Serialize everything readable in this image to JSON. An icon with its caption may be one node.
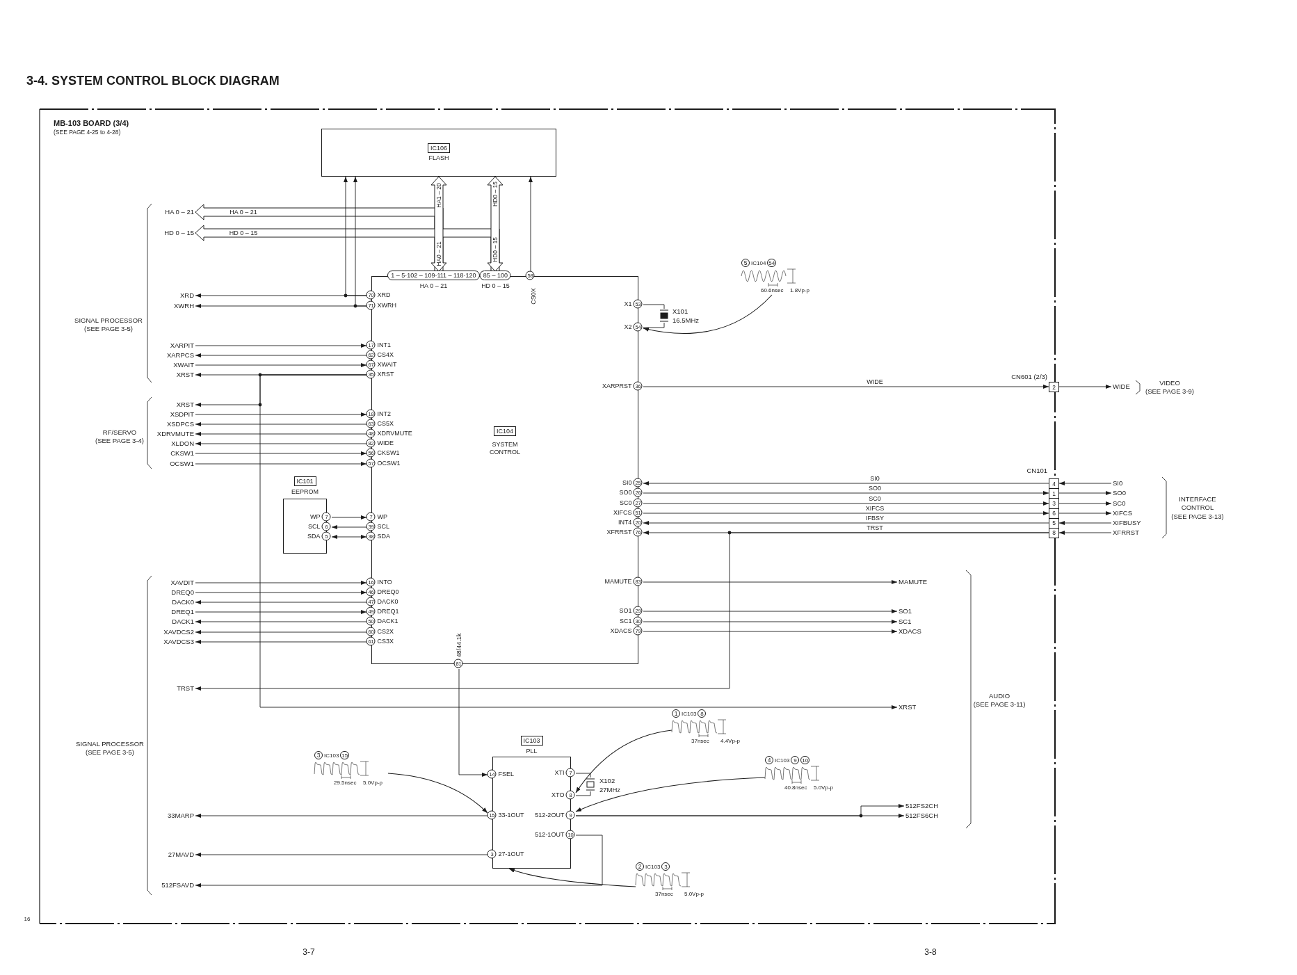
{
  "diagram": {
    "title": "3-4. SYSTEM CONTROL BLOCK DIAGRAM",
    "nodes": [
      {
        "text": [
          "MB-103 BOARD (3/4)",
          "(SEE PAGE 4-25 to 4-28)"
        ]
      },
      {
        "text": [
          "IC106",
          "FLASH"
        ],
        "in": 0
      },
      {
        "text": [
          "IC104",
          "SYSTEM CONTROL"
        ],
        "in": 0
      },
      {
        "text": [
          "IC101",
          "EEPROM"
        ],
        "in": 0
      },
      {
        "text": [
          "IC103",
          "PLL"
        ],
        "in": 0
      },
      {
        "text": [
          "2"
        ],
        "beside": [
          "CN601 (2/3)"
        ]
      },
      {
        "text": [
          "4",
          "1",
          "3",
          "6",
          "5",
          "8"
        ],
        "beside": [
          "CN101"
        ]
      },
      {
        "text": [],
        "shape": "crystal",
        "beside": [
          "X101",
          "16.5MHz"
        ],
        "in": 0
      },
      {
        "text": [],
        "shape": "crystal",
        "beside": [
          "X102",
          "27MHz"
        ],
        "in": 0
      },
      {
        "text": [
          "HA 0 – 21"
        ],
        "in": 0
      },
      {
        "text": [
          "HD 0 – 15"
        ],
        "in": 0
      },
      {
        "text": [
          "XRD"
        ],
        "in": 0
      },
      {
        "text": [
          "XWRH"
        ],
        "in": 0
      },
      {
        "text": [
          "XARPIT"
        ],
        "in": 0
      },
      {
        "text": [
          "XARPCS"
        ],
        "in": 0
      },
      {
        "text": [
          "XWAIT"
        ],
        "in": 0
      },
      {
        "text": [
          "XRST"
        ],
        "in": 0
      },
      {
        "text": [
          "XRST"
        ],
        "in": 0
      },
      {
        "text": [
          "XSDPIT"
        ],
        "in": 0
      },
      {
        "text": [
          "XSDPCS"
        ],
        "in": 0
      },
      {
        "text": [
          "XDRVMUTE"
        ],
        "in": 0
      },
      {
        "text": [
          "XLDON"
        ],
        "in": 0
      },
      {
        "text": [
          "CKSW1"
        ],
        "in": 0
      },
      {
        "text": [
          "OCSW1"
        ],
        "in": 0
      },
      {
        "text": [
          "XAVDIT"
        ],
        "in": 0
      },
      {
        "text": [
          "DREQ0"
        ],
        "in": 0
      },
      {
        "text": [
          "DACK0"
        ],
        "in": 0
      },
      {
        "text": [
          "DREQ1"
        ],
        "in": 0
      },
      {
        "text": [
          "DACK1"
        ],
        "in": 0
      },
      {
        "text": [
          "XAVDCS2"
        ],
        "in": 0
      },
      {
        "text": [
          "XAVDCS3"
        ],
        "in": 0
      },
      {
        "text": [
          "TRST"
        ],
        "in": 0
      },
      {
        "text": [
          "33MARP"
        ],
        "in": 0
      },
      {
        "text": [
          "27MAVD"
        ],
        "in": 0
      },
      {
        "text": [
          "512FSAVD"
        ],
        "in": 0
      },
      {
        "text": [
          "MAMUTE"
        ],
        "in": 0
      },
      {
        "text": [
          "SO1"
        ],
        "in": 0
      },
      {
        "text": [
          "SC1"
        ],
        "in": 0
      },
      {
        "text": [
          "XDACS"
        ],
        "in": 0
      },
      {
        "text": [
          "XRST"
        ],
        "in": 0
      },
      {
        "text": [
          "512FS2CH"
        ],
        "in": 0
      },
      {
        "text": [
          "512FS6CH"
        ],
        "in": 0
      },
      {
        "text": [
          "WIDE"
        ]
      },
      {
        "text": [
          "SI0"
        ]
      },
      {
        "text": [
          "SO0"
        ]
      },
      {
        "text": [
          "SC0"
        ]
      },
      {
        "text": [
          "XIFCS"
        ]
      },
      {
        "text": [
          "XIFBUSY"
        ]
      },
      {
        "text": [
          "XFRRST"
        ]
      },
      {
        "text": [
          "5",
          "IC104",
          "54",
          "60.6nsec",
          "1.8Vp-p"
        ],
        "in": 0
      },
      {
        "text": [
          "1",
          "IC103",
          "8",
          "37nsec",
          "4.4Vp-p"
        ],
        "in": 0
      },
      {
        "text": [
          "4",
          "IC103",
          "9",
          "10",
          "40.8nsec",
          "5.0Vp-p"
        ],
        "in": 0
      },
      {
        "text": [
          "3",
          "IC103",
          "15",
          "29.5nsec",
          "5.0Vp-p"
        ],
        "in": 0
      },
      {
        "text": [
          "2",
          "IC103",
          "3",
          "37nsec",
          "5.0Vp-p"
        ],
        "in": 0
      }
    ],
    "edges": [
      {
        "from": 2,
        "to": 1,
        "arrow": "both",
        "label": "HA1 – 20",
        "style": "thick"
      },
      {
        "from": 2,
        "to": 9,
        "arrow": "to",
        "style": "thick"
      },
      {
        "from": 2,
        "to": 1,
        "arrow": "both",
        "label": "HD0 – 15",
        "style": "thick"
      },
      {
        "from": 2,
        "to": 10,
        "arrow": "to",
        "style": "thick"
      },
      {
        "from": 2,
        "to": 11,
        "arrow": "to"
      },
      {
        "from": 2,
        "to": 1,
        "arrow": "to"
      },
      {
        "from": 2,
        "to": 12,
        "arrow": "to"
      },
      {
        "from": 2,
        "to": 1,
        "arrow": "to"
      },
      {
        "from": 2,
        "to": 1,
        "arrow": "to"
      },
      {
        "from": 13,
        "to": 2,
        "arrow": "to"
      },
      {
        "from": 2,
        "to": 14,
        "arrow": "to"
      },
      {
        "from": 15,
        "to": 2,
        "arrow": "to"
      },
      {
        "from": 2,
        "to": 16,
        "arrow": "to"
      },
      {
        "from": 2,
        "to": 17,
        "arrow": "to"
      },
      {
        "from": 2,
        "to": 39,
        "arrow": "to"
      },
      {
        "from": 18,
        "to": 2,
        "arrow": "to"
      },
      {
        "from": 2,
        "to": 19,
        "arrow": "to"
      },
      {
        "from": 2,
        "to": 20,
        "arrow": "to"
      },
      {
        "from": 2,
        "to": 21,
        "arrow": "to"
      },
      {
        "from": 22,
        "to": 2,
        "arrow": "to"
      },
      {
        "from": 23,
        "to": 2,
        "arrow": "to"
      },
      {
        "from": 3,
        "to": 2,
        "arrow": "to"
      },
      {
        "from": 2,
        "to": 3,
        "arrow": "to"
      },
      {
        "from": 2,
        "to": 3,
        "arrow": "both"
      },
      {
        "from": 24,
        "to": 2,
        "arrow": "to"
      },
      {
        "from": 25,
        "to": 2,
        "arrow": "to"
      },
      {
        "from": 2,
        "to": 26,
        "arrow": "to"
      },
      {
        "from": 27,
        "to": 2,
        "arrow": "to"
      },
      {
        "from": 2,
        "to": 28,
        "arrow": "to"
      },
      {
        "from": 2,
        "to": 29,
        "arrow": "to"
      },
      {
        "from": 2,
        "to": 30,
        "arrow": "to"
      },
      {
        "from": 2,
        "to": 4,
        "arrow": "to",
        "label": "48/44.1k"
      },
      {
        "from": 4,
        "to": 32,
        "arrow": "to"
      },
      {
        "from": 4,
        "to": 33,
        "arrow": "to"
      },
      {
        "from": 4,
        "to": 34,
        "arrow": "to"
      },
      {
        "from": 4,
        "to": 40,
        "arrow": "to"
      },
      {
        "from": 4,
        "to": 41,
        "arrow": "to"
      },
      {
        "from": 2,
        "to": 7,
        "arrow": "none"
      },
      {
        "from": 2,
        "to": 7,
        "arrow": "none"
      },
      {
        "from": 4,
        "to": 8,
        "arrow": "none"
      },
      {
        "from": 4,
        "to": 8,
        "arrow": "none"
      },
      {
        "from": 2,
        "to": 5,
        "arrow": "to",
        "label": "WIDE"
      },
      {
        "from": 5,
        "to": 42,
        "arrow": "to"
      },
      {
        "from": 6,
        "to": 2,
        "arrow": "to",
        "label": "SI0"
      },
      {
        "from": 2,
        "to": 6,
        "arrow": "to",
        "label": "SO0"
      },
      {
        "from": 2,
        "to": 6,
        "arrow": "to",
        "label": "SC0"
      },
      {
        "from": 2,
        "to": 6,
        "arrow": "to",
        "label": "XIFCS"
      },
      {
        "from": 6,
        "to": 2,
        "arrow": "to",
        "label": "IFBSY"
      },
      {
        "from": 6,
        "to": 2,
        "arrow": "to",
        "label": "TRST"
      },
      {
        "from": 6,
        "to": 31,
        "arrow": "to"
      },
      {
        "from": 43,
        "to": 6,
        "arrow": "to"
      },
      {
        "from": 6,
        "to": 44,
        "arrow": "to"
      },
      {
        "from": 6,
        "to": 45,
        "arrow": "to"
      },
      {
        "from": 6,
        "to": 46,
        "arrow": "to"
      },
      {
        "from": 47,
        "to": 6,
        "arrow": "to"
      },
      {
        "from": 48,
        "to": 6,
        "arrow": "to"
      },
      {
        "from": 2,
        "to": 35,
        "arrow": "to"
      },
      {
        "from": 2,
        "to": 36,
        "arrow": "to"
      },
      {
        "from": 2,
        "to": 37,
        "arrow": "to"
      },
      {
        "from": 2,
        "to": 38,
        "arrow": "to"
      },
      {
        "from": 49,
        "to": 2,
        "arrow": "to"
      },
      {
        "from": 50,
        "to": 4,
        "arrow": "to"
      },
      {
        "from": 51,
        "to": 4,
        "arrow": "to"
      },
      {
        "from": 52,
        "to": 4,
        "arrow": "to"
      },
      {
        "from": 53,
        "to": 4,
        "arrow": "to"
      }
    ],
    "labels": [
      "1 – 5·102 – 109·111 – 118·120",
      "85 – 100",
      "58",
      "HA 0 – 21",
      "HD 0 – 15",
      "HA0 – 21",
      "HD0 – 15",
      "CS0X",
      "SIGNAL PROCESSOR",
      "(SEE PAGE 3-5)",
      "RF/SERVO",
      "(SEE PAGE 3-4)",
      "SIGNAL PROCESSOR",
      "(SEE PAGE 3-5)",
      "VIDEO",
      "(SEE PAGE 3-9)",
      "INTERFACE CONTROL",
      "(SEE PAGE 3-13)",
      "AUDIO",
      "(SEE PAGE 3-11)",
      "16",
      "3-7",
      "3-8",
      "81",
      "70",
      "XRD",
      "71",
      "XWRH",
      "17",
      "INT1",
      "62",
      "CS4X",
      "67",
      "XWAIT",
      "35",
      "XRST",
      "18",
      "INT2",
      "63",
      "CS5X",
      "48",
      "XDRVMUTE",
      "82",
      "WIDE",
      "56",
      "CKSW1",
      "57",
      "OCSW1",
      "7",
      "WP",
      "39",
      "SCL",
      "38",
      "SDA",
      "16",
      "INTO",
      "46",
      "DREQ0",
      "47",
      "DACK0",
      "49",
      "DREQ1",
      "50",
      "DACK1",
      "60",
      "CS2X",
      "61",
      "CS3X",
      "53",
      "X1",
      "54",
      "X2",
      "36",
      "XARPRST",
      "25",
      "SI0",
      "26",
      "SO0",
      "27",
      "SC0",
      "51",
      "XIFCS",
      "20",
      "INT4",
      "76",
      "XFRRST",
      "83",
      "MAMUTE",
      "29",
      "SO1",
      "30",
      "SC1",
      "79",
      "XDACS",
      "7",
      "WP",
      "6",
      "SCL",
      "5",
      "SDA",
      "14",
      "FSEL",
      "15",
      "33-1OUT",
      "3",
      "27-1OUT",
      "7",
      "XTI",
      "8",
      "XTO",
      "9",
      "512-2OUT",
      "10",
      "512-1OUT",
      "HA 0 – 21",
      "HD 0 – 15"
    ]
  }
}
